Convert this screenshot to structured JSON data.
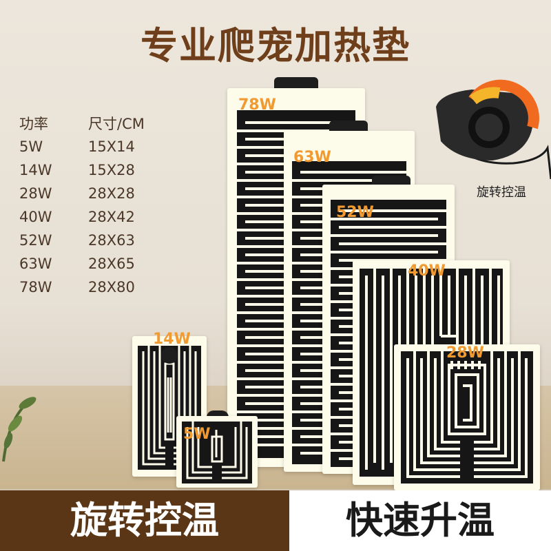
{
  "title": "专业爬宠加热垫",
  "spec_table": {
    "headers": [
      "功率",
      "尺寸/CM"
    ],
    "rows": [
      [
        "5W",
        "15X14"
      ],
      [
        "14W",
        "15X28"
      ],
      [
        "28W",
        "28X28"
      ],
      [
        "40W",
        "28X42"
      ],
      [
        "52W",
        "28X63"
      ],
      [
        "63W",
        "28X65"
      ],
      [
        "78W",
        "28X80"
      ]
    ]
  },
  "pads": {
    "p78": "78W",
    "p63": "63W",
    "p52": "52W",
    "p40": "40W",
    "p28": "28W",
    "p14": "14W",
    "p5": "5W"
  },
  "controller_label": "旋转控温",
  "banner": {
    "left": "旋转控温",
    "right": "快速升温"
  },
  "colors": {
    "brand_brown": "#5a3617",
    "label_orange": "#f29a32",
    "title_brown": "#6e3f1a"
  }
}
